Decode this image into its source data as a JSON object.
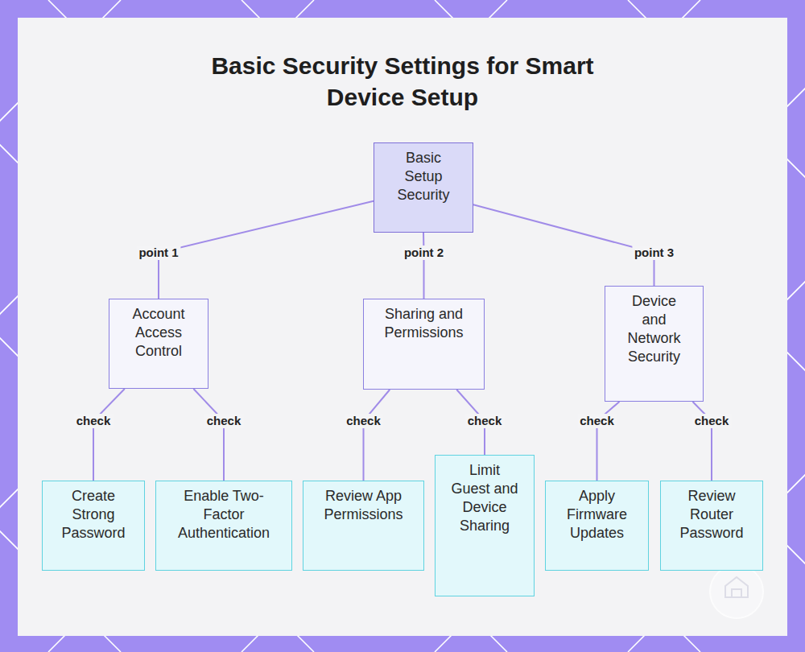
{
  "diagram": {
    "title": "Basic Security Settings for Smart Device Setup",
    "nodes": [
      {
        "text": [
          "Basic Setup Security"
        ]
      },
      {
        "text": [
          "Account Access Control"
        ]
      },
      {
        "text": [
          "Sharing and Permissions"
        ]
      },
      {
        "text": [
          "Device and Network Security"
        ]
      },
      {
        "text": [
          "Create Strong Password"
        ]
      },
      {
        "text": [
          "Enable Two-Factor Authentication"
        ]
      },
      {
        "text": [
          "Review App Permissions"
        ]
      },
      {
        "text": [
          "Limit Guest and Device Sharing"
        ]
      },
      {
        "text": [
          "Apply Firmware Updates"
        ]
      },
      {
        "text": [
          "Review Router Password"
        ]
      }
    ],
    "edges": [
      {
        "from": 0,
        "to": 1,
        "label": "point 1",
        "arrow": "none"
      },
      {
        "from": 0,
        "to": 2,
        "label": "point 2",
        "arrow": "none"
      },
      {
        "from": 0,
        "to": 3,
        "label": "point 3",
        "arrow": "none"
      },
      {
        "from": 1,
        "to": 4,
        "label": "check",
        "arrow": "none"
      },
      {
        "from": 1,
        "to": 5,
        "label": "check",
        "arrow": "none"
      },
      {
        "from": 2,
        "to": 6,
        "label": "check",
        "arrow": "none"
      },
      {
        "from": 2,
        "to": 7,
        "label": "check",
        "arrow": "none"
      },
      {
        "from": 3,
        "to": 8,
        "label": "check",
        "arrow": "none"
      },
      {
        "from": 3,
        "to": 9,
        "label": "check",
        "arrow": "none"
      }
    ]
  }
}
